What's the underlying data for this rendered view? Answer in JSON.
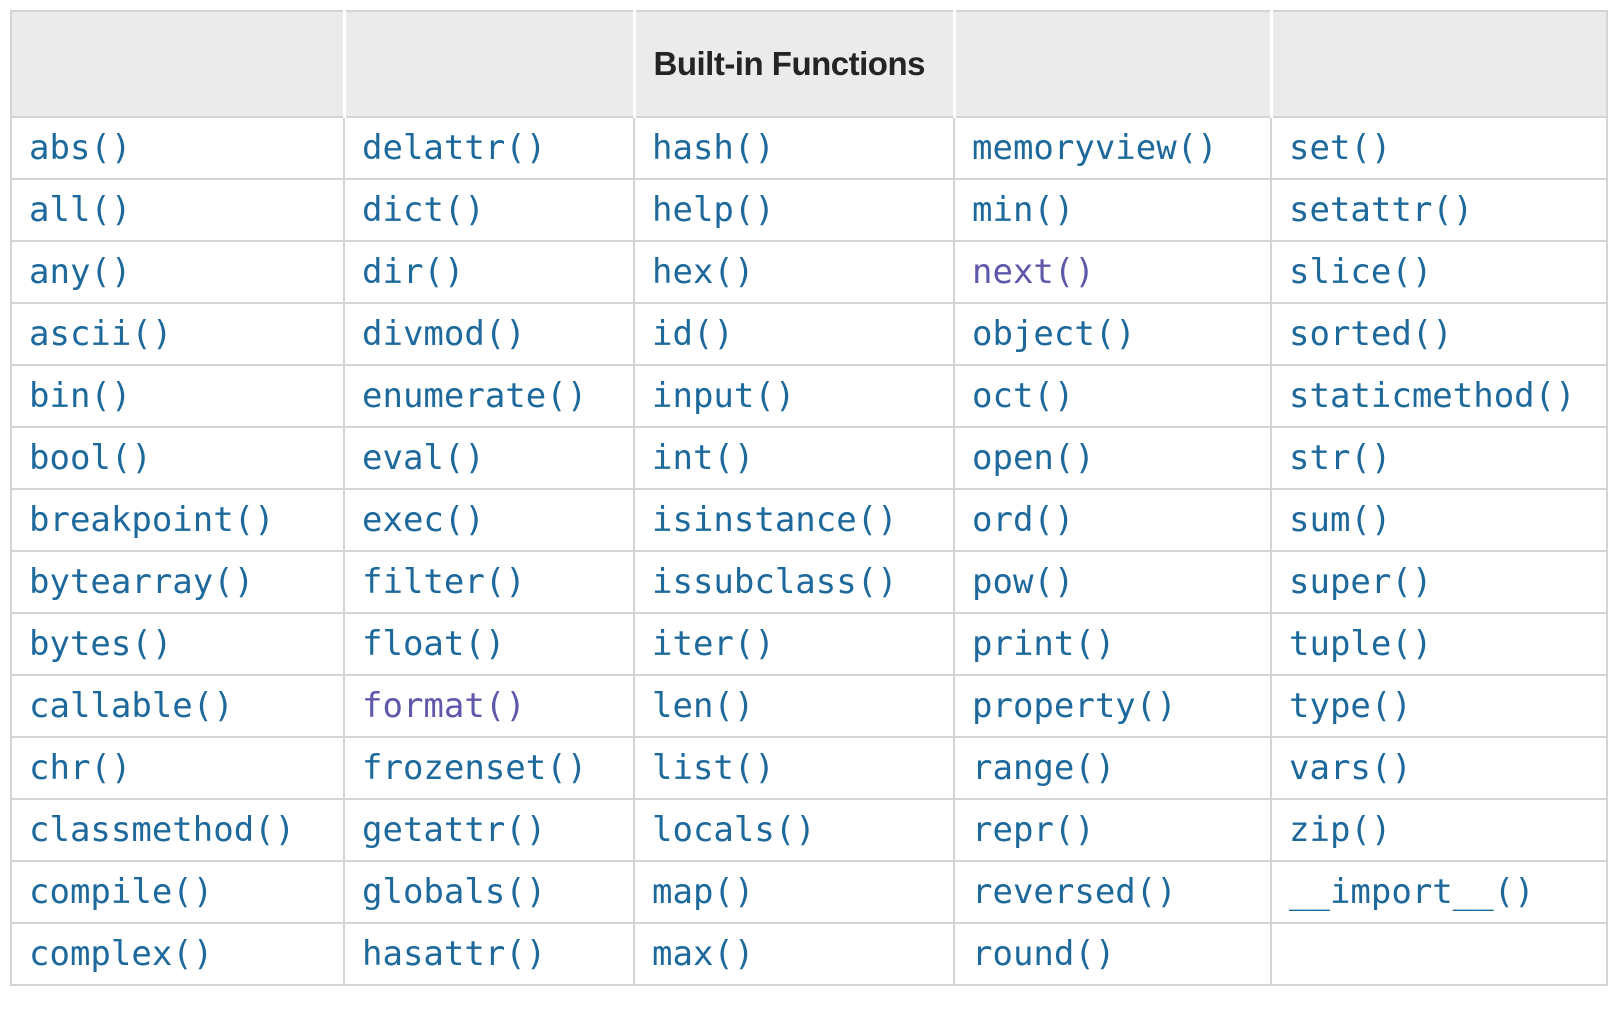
{
  "colors": {
    "link": "#1e699c",
    "visited_link": "#5e58ab",
    "header_background": "#ebebeb",
    "header_text": "#242424",
    "cell_border": "#d4d4d4"
  },
  "table": {
    "title": "Built-in Functions",
    "header": {
      "cells": [
        "",
        "",
        "Built-in Functions",
        "",
        ""
      ]
    },
    "rows": [
      [
        "abs()",
        "delattr()",
        "hash()",
        "memoryview()",
        "set()"
      ],
      [
        "all()",
        "dict()",
        "help()",
        "min()",
        "setattr()"
      ],
      [
        "any()",
        "dir()",
        "hex()",
        "next()",
        "slice()"
      ],
      [
        "ascii()",
        "divmod()",
        "id()",
        "object()",
        "sorted()"
      ],
      [
        "bin()",
        "enumerate()",
        "input()",
        "oct()",
        "staticmethod()"
      ],
      [
        "bool()",
        "eval()",
        "int()",
        "open()",
        "str()"
      ],
      [
        "breakpoint()",
        "exec()",
        "isinstance()",
        "ord()",
        "sum()"
      ],
      [
        "bytearray()",
        "filter()",
        "issubclass()",
        "pow()",
        "super()"
      ],
      [
        "bytes()",
        "float()",
        "iter()",
        "print()",
        "tuple()"
      ],
      [
        "callable()",
        "format()",
        "len()",
        "property()",
        "type()"
      ],
      [
        "chr()",
        "frozenset()",
        "list()",
        "range()",
        "vars()"
      ],
      [
        "classmethod()",
        "getattr()",
        "locals()",
        "repr()",
        "zip()"
      ],
      [
        "compile()",
        "globals()",
        "map()",
        "reversed()",
        "__import__()"
      ],
      [
        "complex()",
        "hasattr()",
        "max()",
        "round()",
        ""
      ]
    ],
    "visited_links": [
      "next()",
      "format()"
    ]
  }
}
